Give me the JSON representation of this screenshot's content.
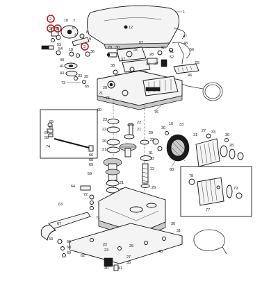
{
  "callouts": {
    "c1": "1",
    "c2": "2",
    "c3": "3",
    "c4": "4",
    "c5": "5",
    "c6": "6",
    "c7": "7",
    "c8": "8",
    "c9": "9",
    "c10": "10",
    "c12": "12",
    "c18": "18",
    "c20": "20",
    "c21": "21",
    "c22": "22",
    "c23": "23",
    "c24": "24",
    "c25": "25",
    "c27": "27",
    "c28": "28",
    "c29": "29",
    "c30": "30",
    "c31": "31",
    "c32": "32",
    "c33": "33",
    "c35": "35",
    "c36": "36",
    "c37": "37",
    "c38": "38",
    "c39": "39",
    "c40": "40",
    "c41": "41",
    "c43": "43",
    "c46": "46",
    "c47": "47",
    "c48": "48",
    "c50": "50",
    "c51": "51",
    "c52": "52",
    "c53": "53",
    "c54": "54",
    "c55": "55",
    "c56": "56",
    "c57": "57",
    "c58": "58",
    "c59": "59",
    "c60": "60",
    "c61": "61",
    "c62": "62",
    "c63": "63",
    "c64": "64",
    "c65": "65",
    "c66": "66",
    "c67": "67",
    "c68": "68",
    "c69": "69",
    "c71": "71",
    "c72": "72",
    "c73": "73",
    "c74": "74",
    "c75": "75",
    "c76": "76",
    "c77": "77",
    "c78": "78",
    "c79": "79",
    "c80": "80"
  },
  "highlight_color": "#c0151b"
}
